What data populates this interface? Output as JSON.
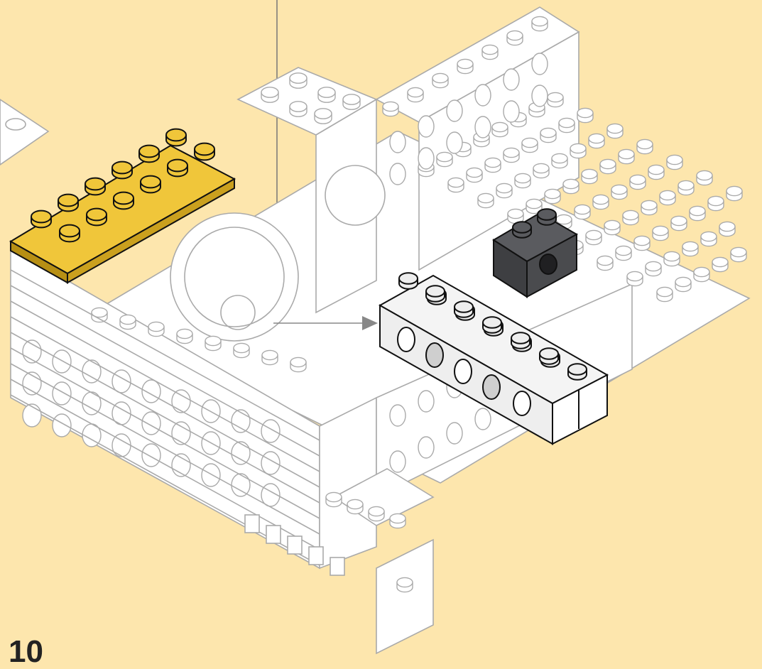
{
  "step_number": "10",
  "colors": {
    "background": "#fde6ad",
    "ghost_model": "#ffffff",
    "ghost_outline": "#aaaaaa",
    "new_plate": "#f0c63a",
    "new_beam": "#eeeeee",
    "new_brick": "#4a4b4e",
    "outline_dark": "#111111"
  },
  "parts": [
    {
      "id": "yellow-plate-2x6",
      "color": "yellow",
      "icon": "plate-2x6-icon"
    },
    {
      "id": "light-grey-technic-beam-1x6",
      "color": "light-grey",
      "icon": "technic-beam-icon"
    },
    {
      "id": "dark-grey-technic-brick-1x1",
      "color": "dark-grey",
      "icon": "technic-brick-icon"
    }
  ]
}
